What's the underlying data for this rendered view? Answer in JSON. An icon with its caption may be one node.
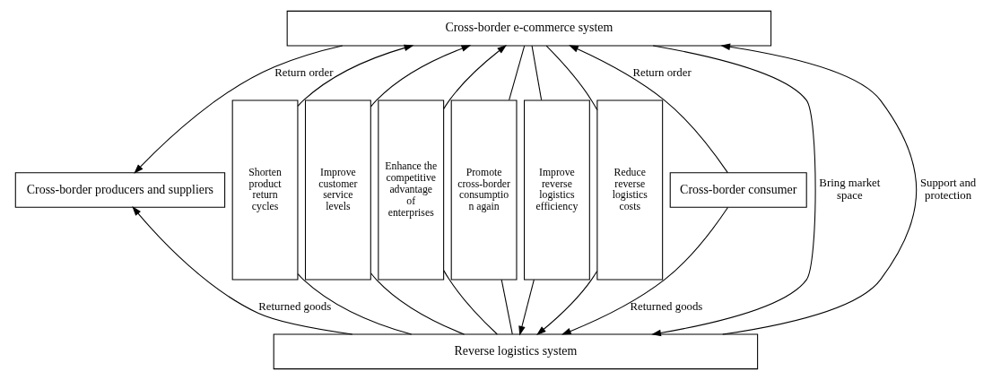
{
  "diagram": {
    "nodes": [
      {
        "text": [
          "Cross-border e-commerce system"
        ]
      },
      {
        "text": [
          "Cross-border producers and suppliers"
        ]
      },
      {
        "text": [
          "Shorten product return cycles"
        ]
      },
      {
        "text": [
          "Improve customer service levels"
        ]
      },
      {
        "text": [
          "Enhance the competitive advantage of enterprises"
        ]
      },
      {
        "text": [
          "Promote cross-border consumptio n again"
        ]
      },
      {
        "text": [
          "Improve reverse logistics efficiency"
        ]
      },
      {
        "text": [
          "Reduce reverse logistics costs"
        ]
      },
      {
        "text": [
          "Cross-border consumer"
        ]
      },
      {
        "text": [
          "Reverse logistics system"
        ]
      }
    ],
    "edges": [
      {
        "from": 0,
        "to": 1,
        "arrow": "to",
        "label": "Return order"
      },
      {
        "from": 9,
        "to": 1,
        "arrow": "to",
        "label": "Returned goods"
      },
      {
        "from": 0,
        "to": 9,
        "arrow": "to",
        "label": "Bring market space"
      },
      {
        "from": 2,
        "to": 0,
        "arrow": "to"
      },
      {
        "from": 3,
        "to": 0,
        "arrow": "to"
      },
      {
        "from": 4,
        "to": 0,
        "arrow": "to"
      },
      {
        "from": 5,
        "to": 0,
        "arrow": "none"
      },
      {
        "from": 6,
        "to": 0,
        "arrow": "none"
      },
      {
        "from": 7,
        "to": 0,
        "arrow": "none"
      },
      {
        "from": 9,
        "to": 2,
        "arrow": "none"
      },
      {
        "from": 9,
        "to": 3,
        "arrow": "none"
      },
      {
        "from": 9,
        "to": 4,
        "arrow": "none"
      },
      {
        "from": 9,
        "to": 5,
        "arrow": "none"
      },
      {
        "from": 6,
        "to": 9,
        "arrow": "to"
      },
      {
        "from": 7,
        "to": 9,
        "arrow": "to"
      },
      {
        "from": 9,
        "to": 0,
        "arrow": "to",
        "label": "Support and protection"
      },
      {
        "from": 8,
        "to": 0,
        "arrow": "to",
        "label": "Return order"
      },
      {
        "from": 8,
        "to": 9,
        "arrow": "to",
        "label": "Returned goods"
      }
    ]
  }
}
